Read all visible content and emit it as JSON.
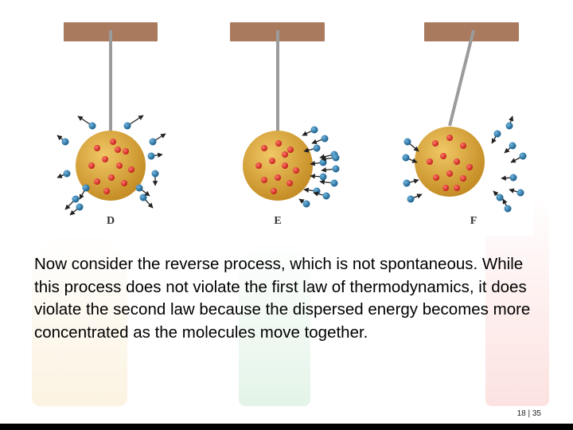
{
  "figure": {
    "panels": [
      {
        "label": "D",
        "pendulum": "hanging",
        "molecules": "dispersed"
      },
      {
        "label": "E",
        "pendulum": "hanging",
        "molecules": "moving-toward-ball"
      },
      {
        "label": "F",
        "pendulum": "swinging",
        "molecules": "concentrated"
      }
    ],
    "colors": {
      "ceiling": "#a97a5e",
      "rod": "#9b9b9b",
      "ball": "#d9a53c",
      "inner_particle": "#d8322b",
      "outer_molecule": "#2a78a8",
      "arrow": "#222222"
    }
  },
  "body_text": "Now consider the reverse process, which is not spontaneous. While this process does not violate the first law of thermodynamics, it does violate the second law because the dispersed energy becomes more concentrated as the molecules move together.",
  "slide_number": "18 | 35"
}
